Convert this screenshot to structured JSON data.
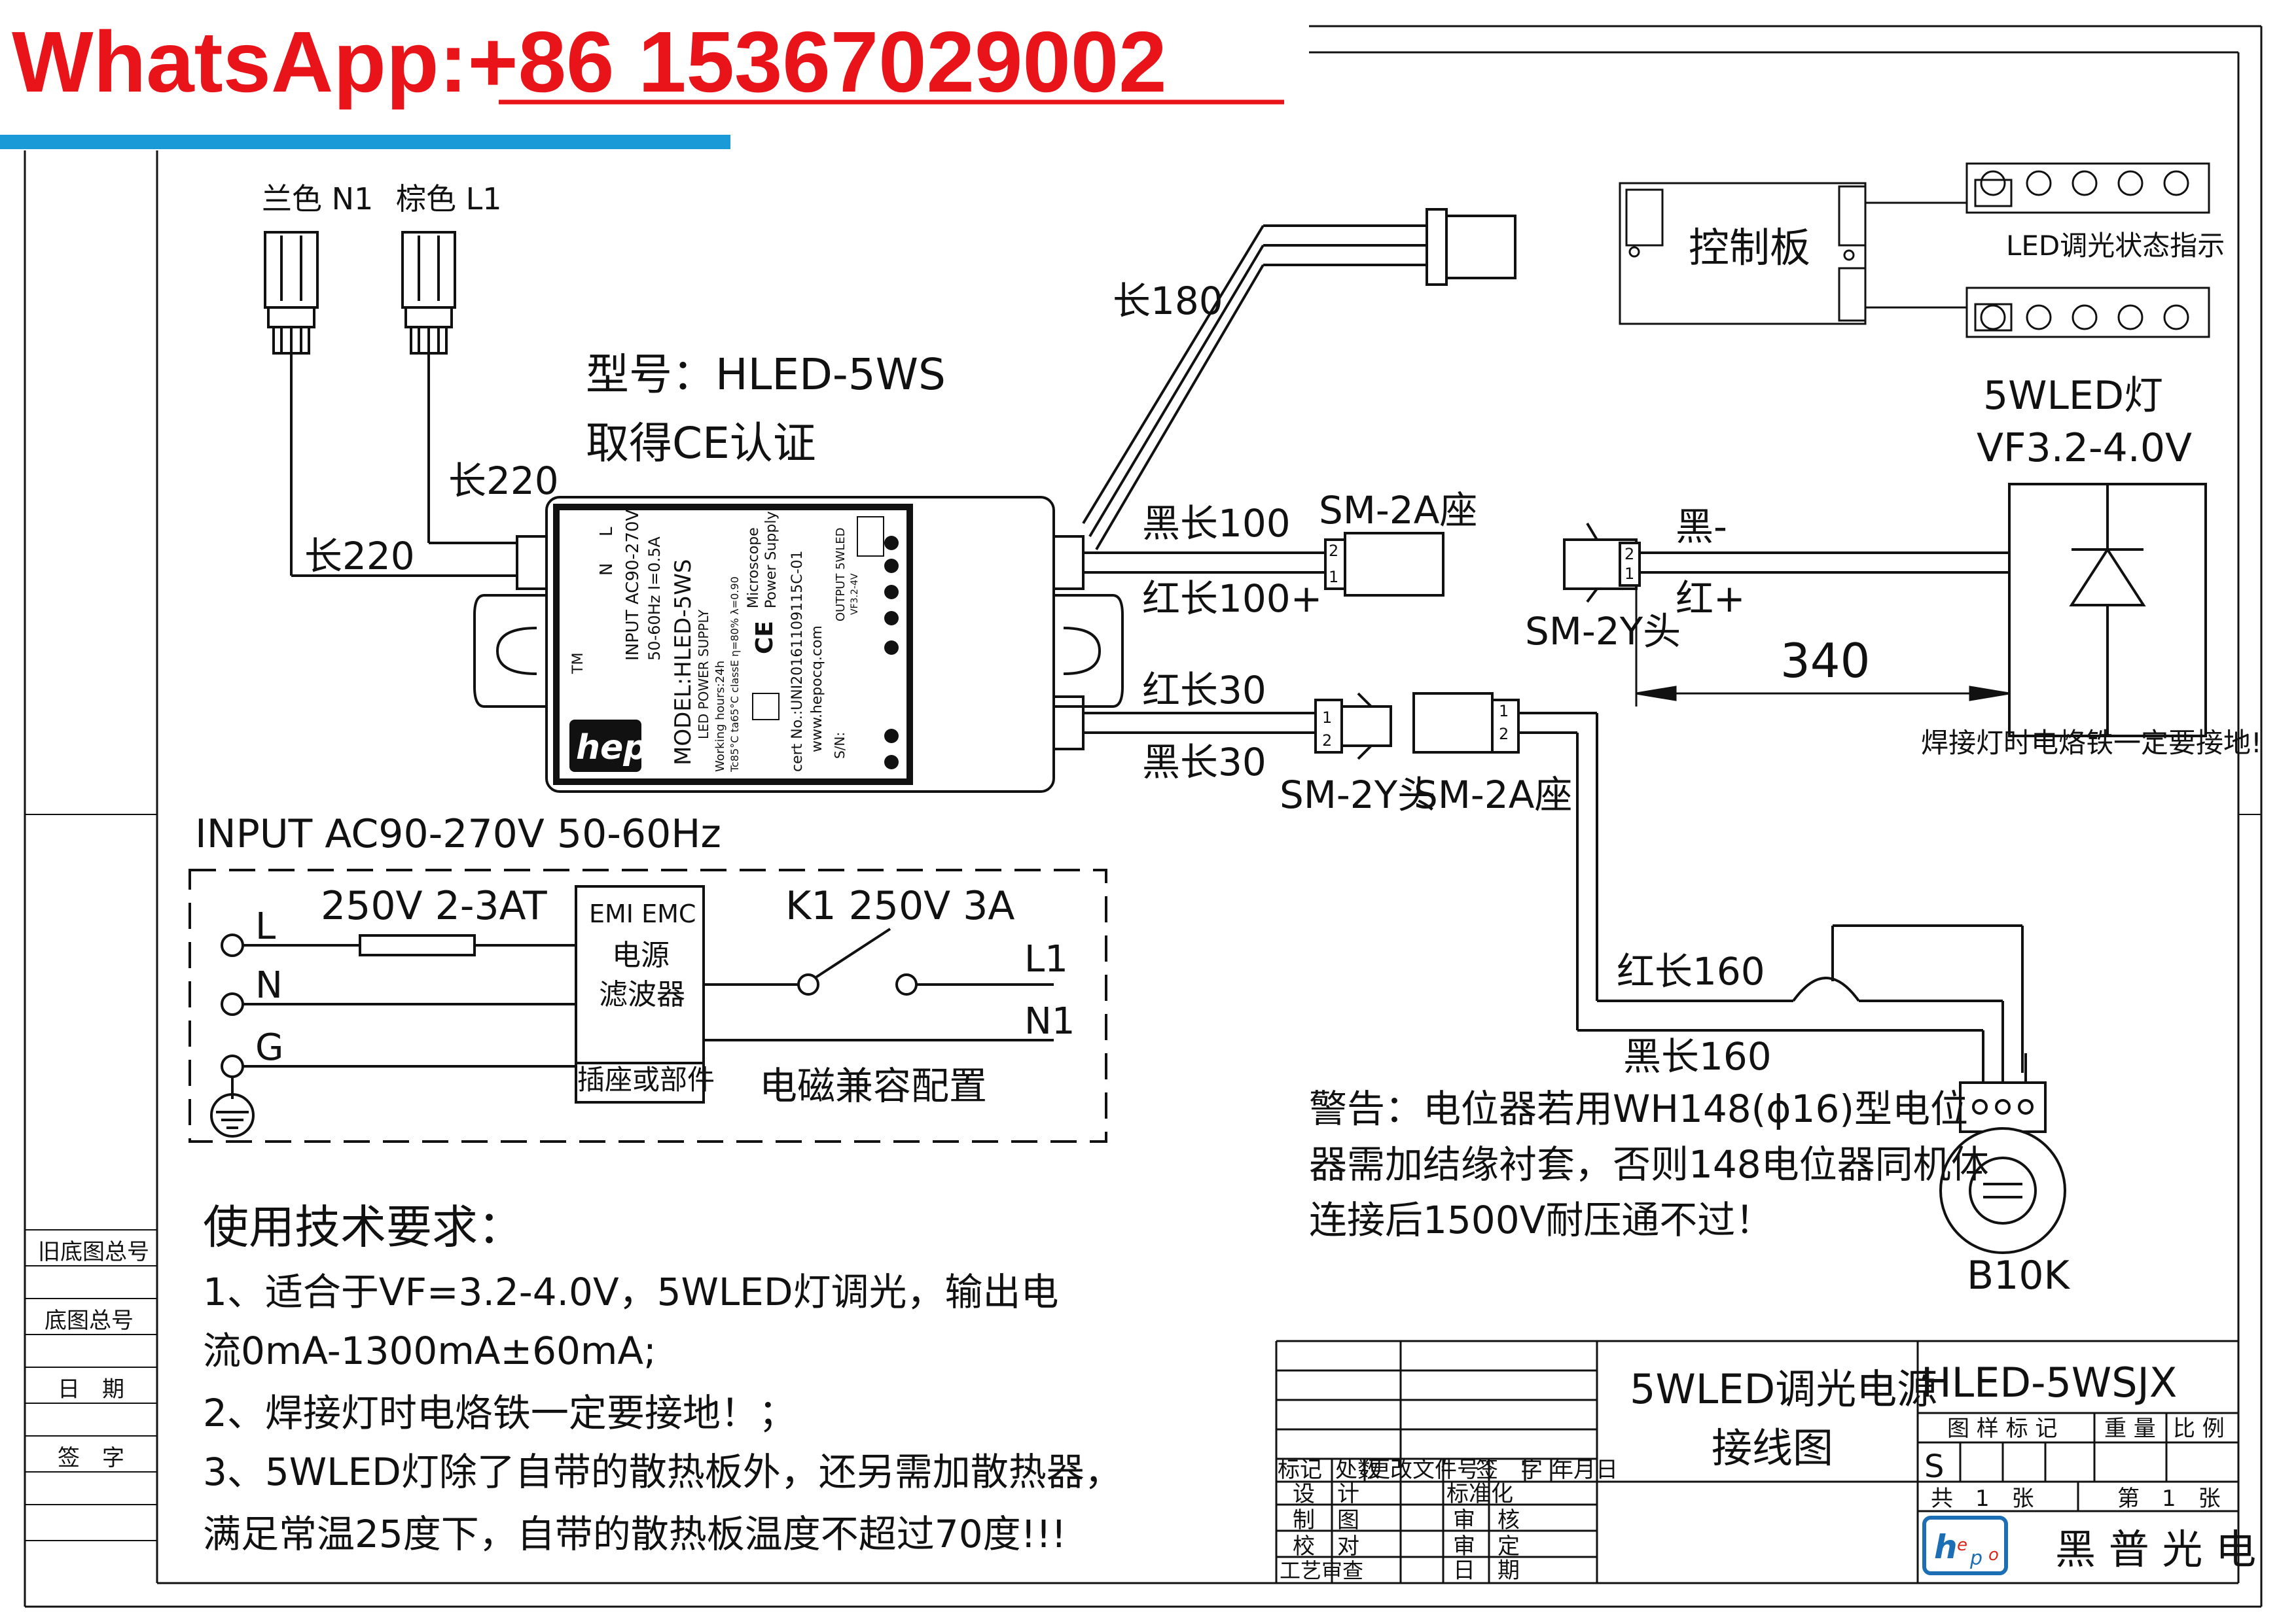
{
  "banner": {
    "contact": "WhatsApp:+86 15367029002",
    "text_color": "#e8141a",
    "underline_color": "#1a9bd7"
  },
  "labels": {
    "blue_n1": "兰色 N1",
    "brown_l1": "棕色 L1",
    "len_220_a": "长220",
    "len_220_b": "长220",
    "len_180": "长180",
    "model": "型号：HLED-5WS",
    "ce": "取得CE认证",
    "black_100": "黑长100",
    "red_100": "红长100+",
    "sm2a_seat_1": "SM-2A座",
    "red_30": "红长30",
    "black_30": "黑长30",
    "sm2y_head_1": "SM-2Y头",
    "sm2a_seat_2": "SM-2A座",
    "control_board": "控制板",
    "led_indicator": "LED调光状态指示",
    "led_lamp": "5WLED灯",
    "vf": "VF3.2-4.0V",
    "black_minus": "黑-",
    "red_plus": "红+",
    "sm2y_head_2": "SM-2Y头",
    "len_340": "340",
    "ground_note": "焊接灯时电烙铁一定要接地!",
    "red_160": "红长160",
    "black_160": "黑长160",
    "b10k": "B10K"
  },
  "power_supply": {
    "tm": "TM",
    "model_line": "MODEL:HLED-5WS",
    "type_line": "LED POWER SUPPLY",
    "hours_line": "Working hours:24h",
    "tc_line": "Tc85°C ta65°C classE η=80% λ=0.90",
    "input_line": "INPUT AC90-270V",
    "freq_line": "50-60Hz I=0.5A",
    "ce_mark": "CE",
    "brand1": "Microscope",
    "brand2": "Power Supply",
    "cert_line": "cert No.:UNI20161109115C-01",
    "web_line": "www.hepocq.com",
    "output_line": "OUTPUT 5WLED",
    "vf_line": "VF3.2-4V",
    "sn_line": "S/N:",
    "n_label": "N",
    "l_label": "L"
  },
  "schematic": {
    "input_title": "INPUT AC90-270V 50-60Hz",
    "L": "L",
    "N": "N",
    "G": "G",
    "fuse": "250V 2-3AT",
    "emi": "EMI EMC",
    "filter1": "电源",
    "filter2": "滤波器",
    "socket": "插座或部件",
    "switch": "K1 250V 3A",
    "L1": "L1",
    "N1": "N1",
    "emc_config": "电磁兼容配置"
  },
  "warning": {
    "line1": "警告：电位器若用WH148(ϕ16)型电位",
    "line2": "器需加结缘衬套，否则148电位器同机体",
    "line3": "连接后1500V耐压通不过！"
  },
  "requirements": {
    "title": "使用技术要求：",
    "line1": "1、适合于VF=3.2-4.0V，5WLED灯调光，输出电",
    "line2": "流0mA-1300mA±60mA;",
    "line3": "2、焊接灯时电烙铁一定要接地！；",
    "line4": "3、5WLED灯除了自带的散热板外，还另需加散热器，",
    "line5": "满足常温25度下，自带的散热板温度不超过70度!!!"
  },
  "left_block": {
    "old_no": "旧底图总号",
    "base_no": "底图总号",
    "date": "日　期",
    "sign": "签　字"
  },
  "title_block": {
    "title1": "5WLED调光电源",
    "title2": "接线图",
    "drawing_no": "HLED-5WSJX",
    "col_mark": "图 样 标 记",
    "col_weight": "重 量",
    "col_scale": "比 例",
    "mark_s": "S",
    "total": "共　1　张",
    "sheet": "第　1　张",
    "company": "黑 普 光 电",
    "hdr_mark": "标记",
    "hdr_count": "处数",
    "hdr_change": "更改文件号",
    "hdr_sign": "签　字",
    "hdr_date": "年月日",
    "design": "设　计",
    "standard": "标准化",
    "draw": "制　图",
    "review": "审　核",
    "check": "校　对",
    "approve": "审　定",
    "process": "工艺审查",
    "date2": "日　期"
  },
  "colors": {
    "line": "#111111",
    "logo_blue": "#1c6fb5",
    "logo_red": "#d9261c"
  }
}
